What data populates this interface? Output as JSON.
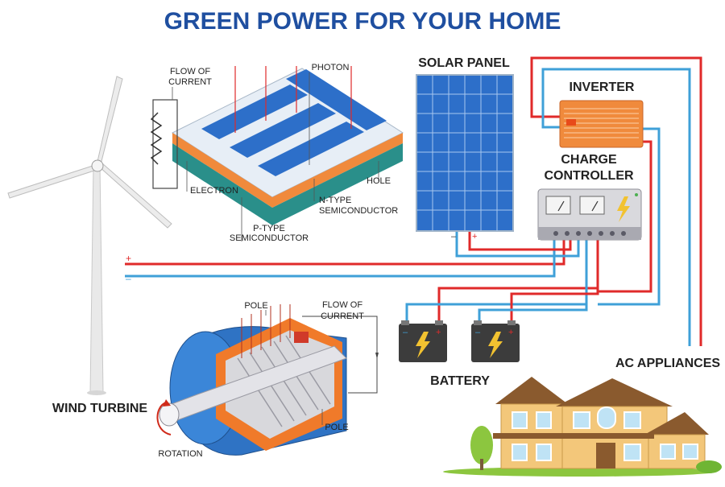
{
  "title": "GREEN POWER FOR YOUR HOME",
  "labels": {
    "solar_panel": "SOLAR PANEL",
    "inverter": "INVERTER",
    "charge_controller": "CHARGE CONTROLLER",
    "charge_controller_line1": "CHARGE",
    "charge_controller_line2": "CONTROLLER",
    "battery": "BATTERY",
    "ac_appliances": "AC APPLIANCES",
    "wind_turbine": "WIND TURBINE",
    "flow_of_current_top_1": "FLOW OF",
    "flow_of_current_top_2": "CURRENT",
    "photon": "PHOTON",
    "hole": "HOLE",
    "electron": "ELECTRON",
    "n_type_1": "N-TYPE",
    "n_type_2": "SEMICONDUCTOR",
    "p_type_1": "P-TYPE",
    "p_type_2": "SEMICONDUCTOR",
    "pole_top": "POLE",
    "flow_of_current_gen_1": "FLOW OF",
    "flow_of_current_gen_2": "CURRENT",
    "pole_bottom": "POLE",
    "rotation": "ROTATION"
  },
  "symbols": {
    "plus": "+",
    "minus": "−",
    "minus_small": "–"
  },
  "colors": {
    "title": "#1f4fa0",
    "wire_red": "#e02a2a",
    "wire_blue": "#3fa0d8",
    "solar_blue": "#2d6fc9",
    "inverter_orange": "#f08a3c",
    "battery_dark": "#3c3c3c",
    "bolt_yellow": "#f2c230",
    "house_wall": "#f3c77a",
    "house_roof": "#8a5a2e",
    "generator_blue": "#2f73c4",
    "generator_orange": "#f07a2a"
  }
}
